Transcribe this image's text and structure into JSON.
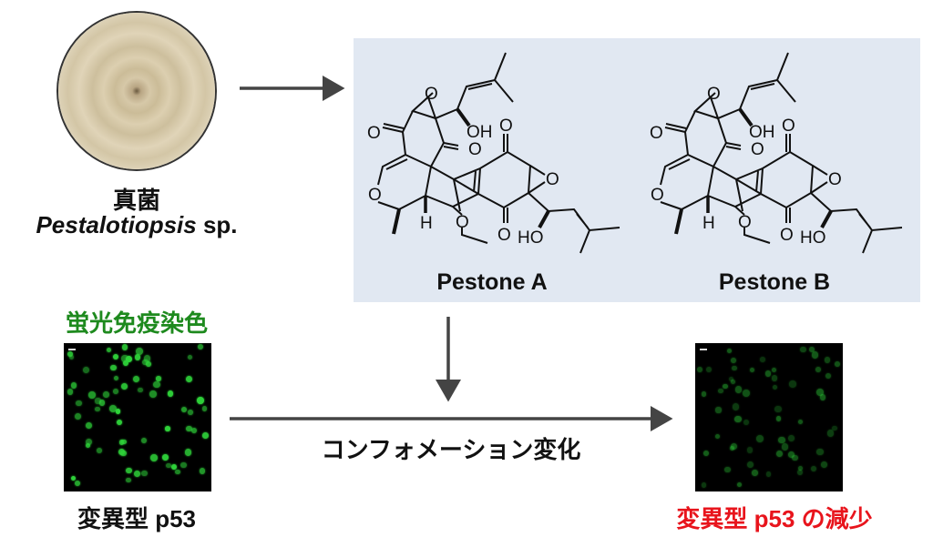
{
  "fungus": {
    "name_ja": "真菌",
    "species": "Pestalotiopsis",
    "species_suffix": " sp."
  },
  "compounds": [
    {
      "name": "Pestone A"
    },
    {
      "name": "Pestone B"
    }
  ],
  "atoms": {
    "O": "O",
    "OH": "OH",
    "HO": "HO",
    "H": "H"
  },
  "staining_label": "蛍光免疫染色",
  "before_label": "変異型 p53",
  "process_label": "コンフォメーション変化",
  "after_label": "変異型 p53 の減少",
  "colors": {
    "green": "#1e8a1e",
    "red": "#e8141c",
    "box": "#e1e8f2",
    "arrow": "#444444",
    "cell": "#2fd43a"
  }
}
